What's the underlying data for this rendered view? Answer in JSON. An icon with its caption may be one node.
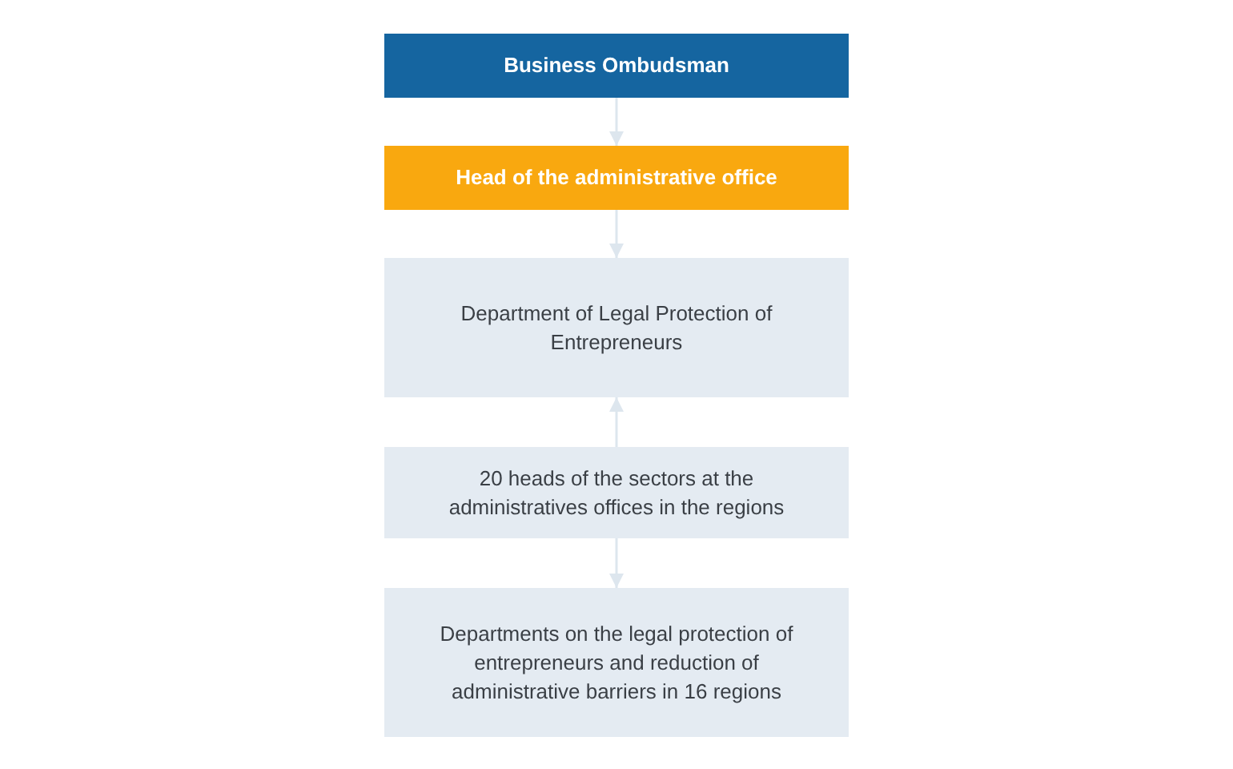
{
  "diagram": {
    "nodes": [
      {
        "text": [
          "Business Ombudsman"
        ]
      },
      {
        "text": [
          "Head of the administrative office"
        ]
      },
      {
        "text": [
          "Department of Legal Protection of Entrepreneurs"
        ]
      },
      {
        "text": [
          "20 heads of the sectors at the administratives offices in the regions"
        ]
      },
      {
        "text": [
          "Departments on the legal protection of entrepreneurs and reduction of administrative barriers in 16 regions"
        ]
      }
    ],
    "edges": [
      {
        "from": 0,
        "to": 1,
        "arrow": "to"
      },
      {
        "from": 1,
        "to": 2,
        "arrow": "to"
      },
      {
        "from": 3,
        "to": 2,
        "arrow": "to"
      },
      {
        "from": 3,
        "to": 4,
        "arrow": "to"
      }
    ]
  }
}
